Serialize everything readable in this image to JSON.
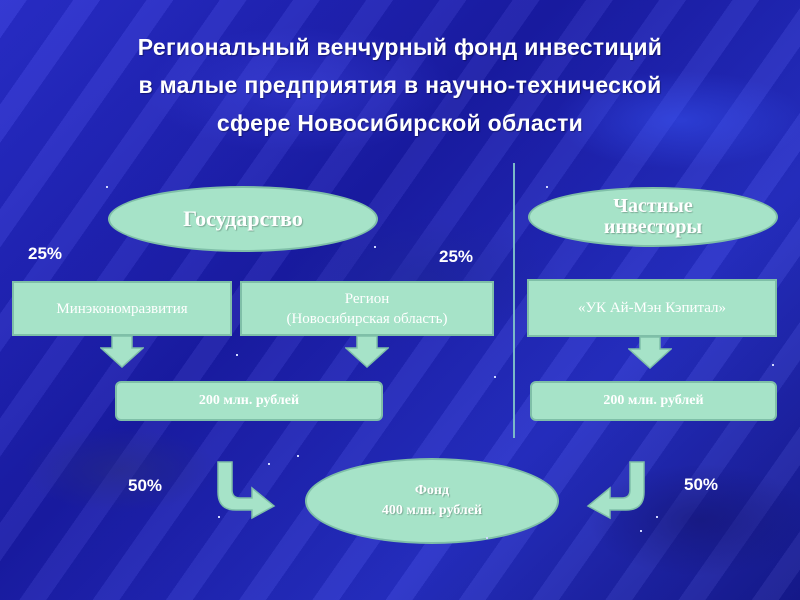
{
  "title": {
    "line1": "Региональный венчурный фонд инвестиций",
    "line2": "в малые предприятия в научно-технической",
    "line3": "сфере Новосибирской области"
  },
  "left": {
    "oval": "Государство",
    "pct_left": "25%",
    "pct_right": "25%",
    "box_ministry": "Минэкономразвития",
    "box_region_line1": "Регион",
    "box_region_line2": "(Новосибирская область)",
    "amount": "200 млн. рублей",
    "share": "50%"
  },
  "right": {
    "oval_line1": "Частные",
    "oval_line2": "инвесторы",
    "box_company": "«УК Ай-Мэн Кэпитал»",
    "amount": "200 млн. рублей",
    "share": "50%"
  },
  "fund": {
    "line1": "Фонд",
    "line2": "400 млн. рублей"
  },
  "colors": {
    "shape_fill": "#a6e3c8",
    "shape_border": "#7fbfa8",
    "background": "#1b1fb0",
    "divider": "#7ab9c8"
  }
}
